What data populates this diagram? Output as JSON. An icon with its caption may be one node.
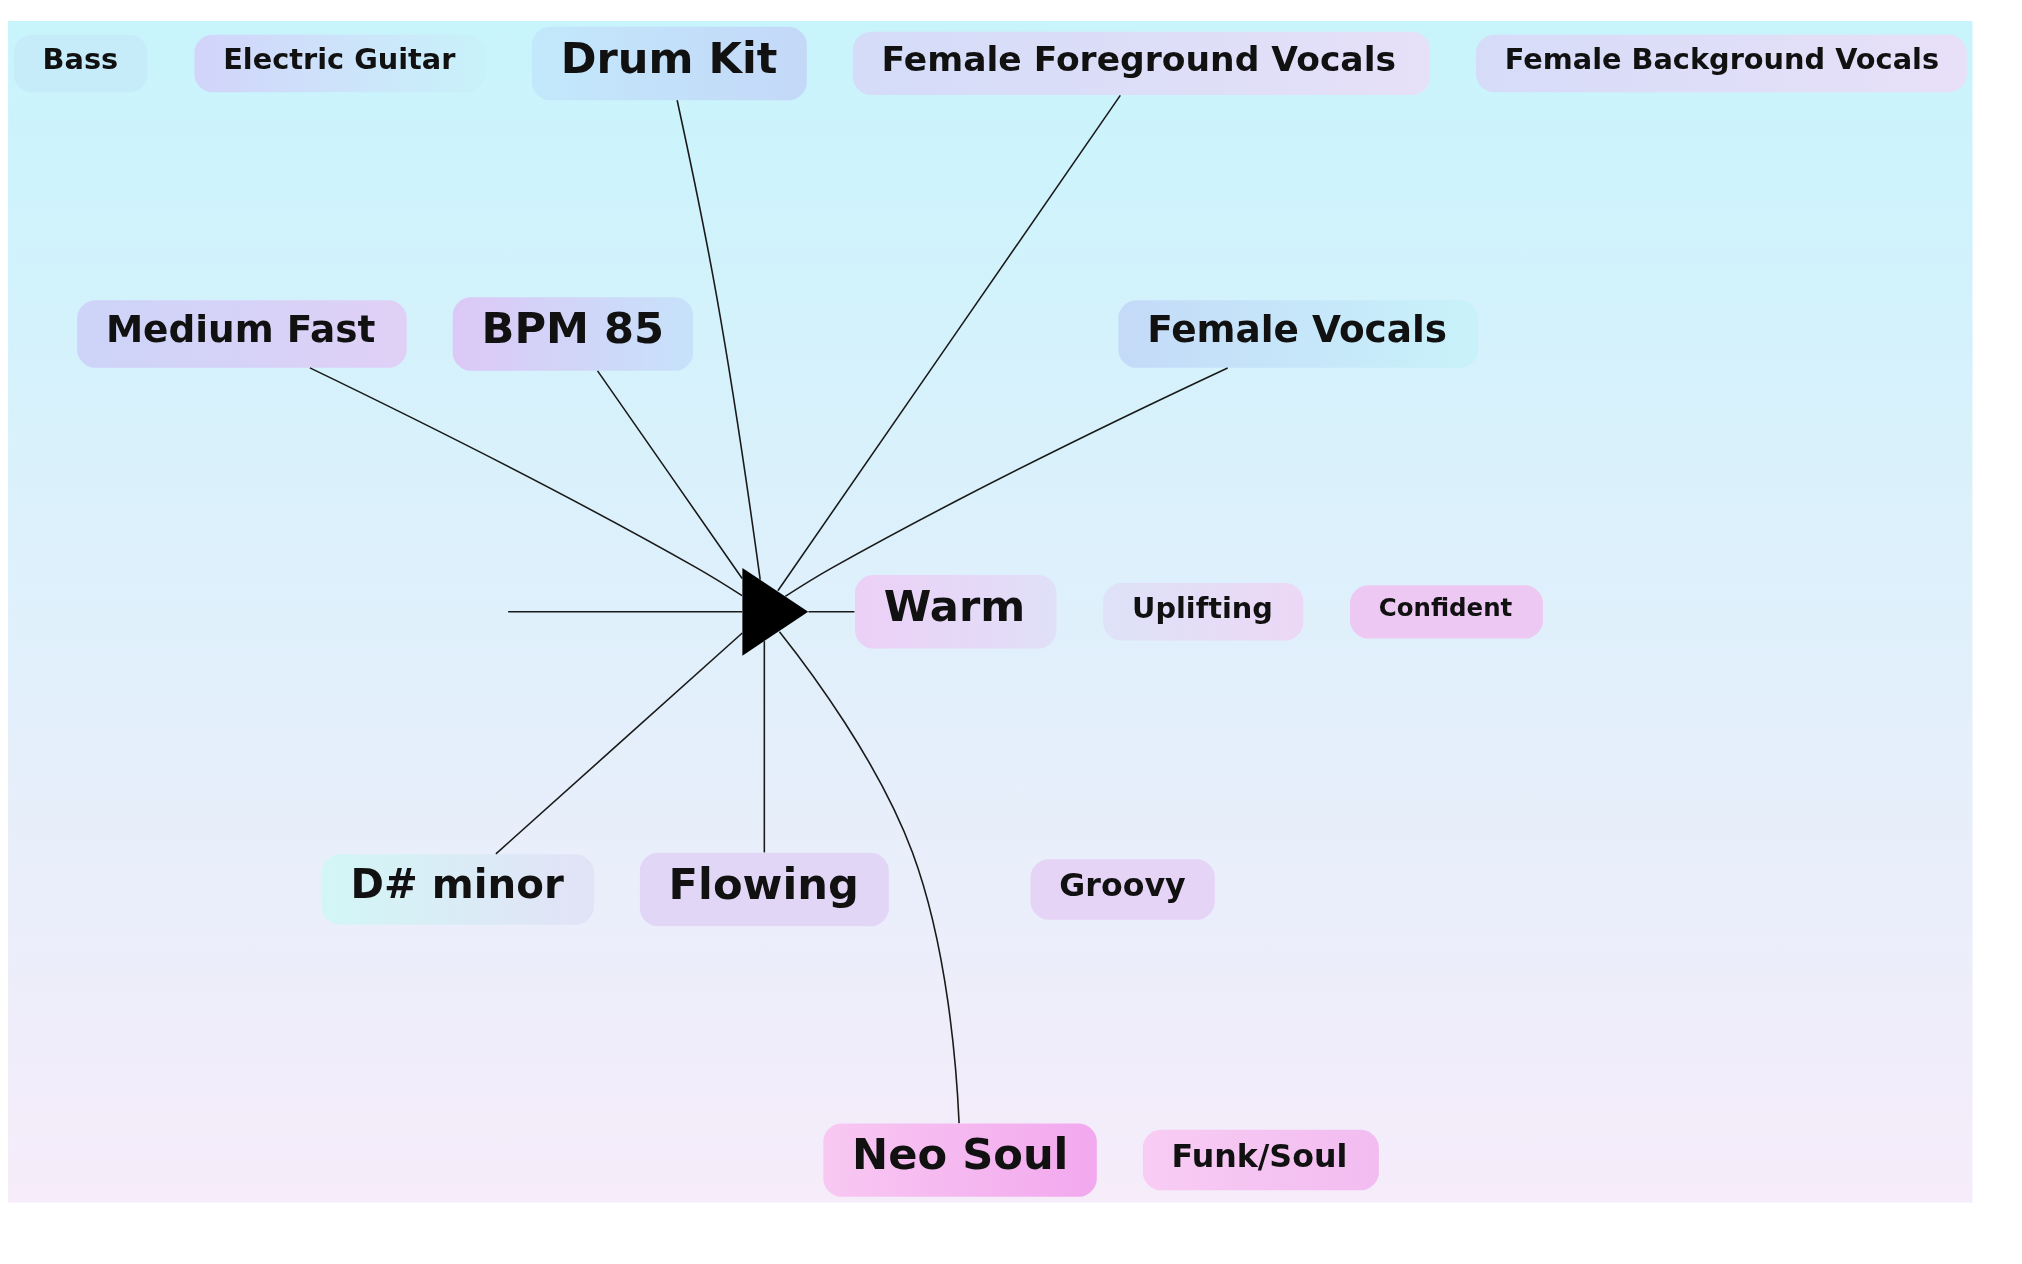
{
  "diagram": {
    "nodes": [
      {
        "text": [
          "Bass"
        ]
      },
      {
        "text": [
          "Electric Guitar"
        ]
      },
      {
        "text": [
          "Drum Kit"
        ]
      },
      {
        "text": [
          "Female Background Vocals"
        ]
      },
      {
        "text": [
          "Female Foreground Vocals"
        ]
      },
      {
        "text": [
          "BPM 85"
        ]
      },
      {
        "text": [
          "Female Vocals"
        ]
      },
      {
        "text": [
          "Medium Fast"
        ]
      },
      {
        "text": [],
        "shape": "triangle"
      },
      {
        "text": [
          "Uplifting"
        ]
      },
      {
        "text": [
          "Confident"
        ]
      },
      {
        "text": [
          "Warm"
        ]
      },
      {
        "text": [
          "D# minor"
        ]
      },
      {
        "text": [
          "Flowing"
        ]
      },
      {
        "text": [
          "Neo Soul"
        ]
      },
      {
        "text": [
          "Groovy"
        ]
      },
      {
        "text": [
          "Funk/Soul"
        ]
      }
    ],
    "edges": [
      {
        "from": 7,
        "to": 8,
        "arrow": "none"
      },
      {
        "from": 5,
        "to": 8,
        "arrow": "none"
      },
      {
        "from": 2,
        "to": 8,
        "arrow": "none"
      },
      {
        "from": 4,
        "to": 8,
        "arrow": "none"
      },
      {
        "from": 6,
        "to": 8,
        "arrow": "none"
      },
      {
        "from": null,
        "to": 8,
        "arrow": "none"
      },
      {
        "from": 8,
        "to": 11,
        "arrow": "none"
      },
      {
        "from": 8,
        "to": 12,
        "arrow": "none"
      },
      {
        "from": 8,
        "to": 14,
        "arrow": "none"
      },
      {
        "from": 8,
        "to": 13,
        "arrow": "none"
      }
    ]
  }
}
